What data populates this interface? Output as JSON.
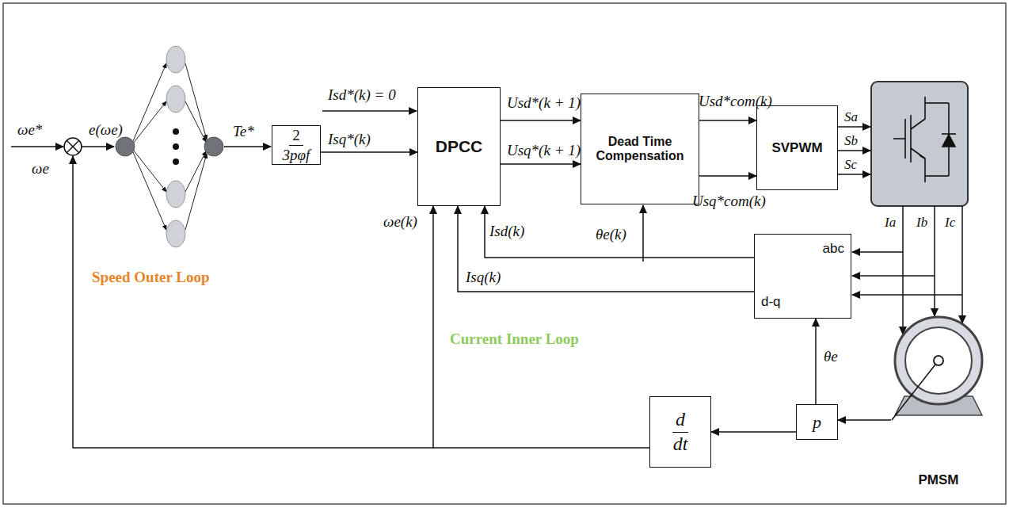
{
  "diagram": {
    "nodes": [
      {
        "text": [
          "2",
          "3pφf"
        ]
      },
      {
        "text": [
          "DPCC"
        ]
      },
      {
        "text": [
          "Dead Time Compensation"
        ]
      },
      {
        "text": [
          "SVPWM"
        ]
      },
      {
        "text": [
          "abc",
          "d-q"
        ]
      },
      {
        "text": [
          "d",
          "dt"
        ]
      },
      {
        "text": [
          "p"
        ]
      },
      {
        "text": [
          "PMSM"
        ]
      }
    ],
    "edges": [
      {
        "from": 0,
        "to": 1,
        "arrow": "to",
        "label": "Isq*(k)"
      },
      {
        "from": 1,
        "to": 2,
        "arrow": "to",
        "label": "Usd*(k + 1)"
      },
      {
        "from": 1,
        "to": 2,
        "arrow": "to",
        "label": "Usq*(k + 1)"
      },
      {
        "from": 2,
        "to": 3,
        "arrow": "to",
        "label": "Usd*com(k)"
      },
      {
        "from": 2,
        "to": 3,
        "arrow": "to",
        "label": "Usq*com(k)"
      },
      {
        "from": 4,
        "to": 1,
        "arrow": "to",
        "label": "Isd(k)"
      },
      {
        "from": 4,
        "to": 1,
        "arrow": "to",
        "label": "Isq(k)"
      },
      {
        "from": 7,
        "to": 6,
        "arrow": "to"
      },
      {
        "from": 6,
        "to": 4,
        "arrow": "to",
        "label": "θe"
      },
      {
        "from": 6,
        "to": 5,
        "arrow": "to"
      },
      {
        "from": 5,
        "to": 1,
        "arrow": "to",
        "label": "ωe(k)"
      }
    ],
    "labels": [
      "ωe*",
      "e(ωe)",
      "ωe",
      "Te*",
      "Speed Outer Loop",
      "Isd*(k) = 0",
      "θe(k)",
      "Sa",
      "Sb",
      "Sc",
      "Ia",
      "Ib",
      "Ic",
      "Current Inner Loop"
    ]
  }
}
